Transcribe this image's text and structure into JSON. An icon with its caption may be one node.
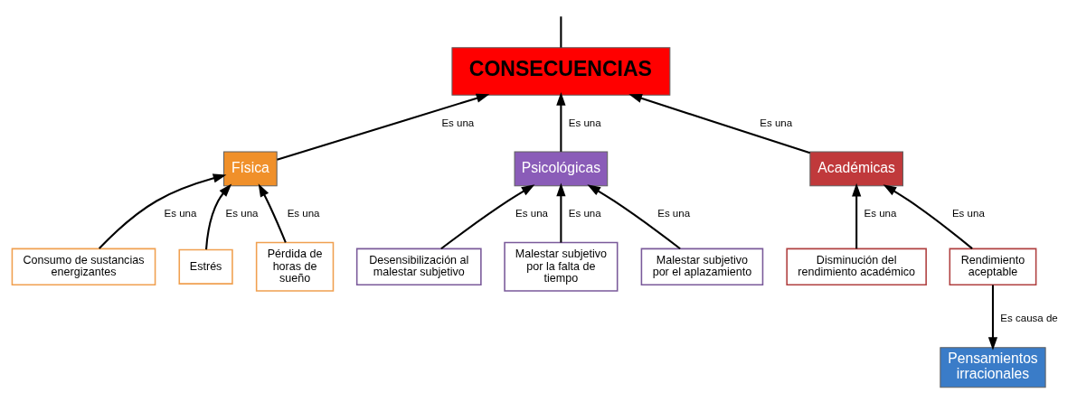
{
  "diagram": {
    "nodes": [
      {
        "text": [
          "CONSECUENCIAS"
        ]
      },
      {
        "text": [
          "Consumo de sustancias energizantes"
        ]
      },
      {
        "text": [
          "Física"
        ]
      },
      {
        "text": [
          "Psicológicas"
        ]
      },
      {
        "text": [
          "Académicas"
        ]
      },
      {
        "text": [
          "Disminución del rendimiento académico"
        ]
      },
      {
        "text": [
          "Estrés"
        ]
      },
      {
        "text": [
          "Pérdida de horas de sueño"
        ]
      },
      {
        "text": [
          "Rendimiento aceptable"
        ]
      },
      {
        "text": [
          "Desensibilización al malestar subjetivo"
        ]
      },
      {
        "text": [
          "Malestar subjetivo por la falta de tiempo"
        ]
      },
      {
        "text": [
          "Malestar subjetivo por el aplazamiento"
        ]
      },
      {
        "text": [
          "Pensamientos irracionales"
        ]
      }
    ],
    "edges": [
      {
        "from": null,
        "to": 0,
        "arrow": "none"
      },
      {
        "from": 2,
        "to": 0,
        "arrow": "to",
        "label": "Es una"
      },
      {
        "from": 3,
        "to": 0,
        "arrow": "to",
        "label": "Es una"
      },
      {
        "from": 4,
        "to": 0,
        "arrow": "to",
        "label": "Es una"
      },
      {
        "from": 1,
        "to": 2,
        "arrow": "to",
        "label": "Es una"
      },
      {
        "from": 6,
        "to": 2,
        "arrow": "to",
        "label": "Es una"
      },
      {
        "from": 7,
        "to": 2,
        "arrow": "to",
        "label": "Es una"
      },
      {
        "from": 5,
        "to": 4,
        "arrow": "to",
        "label": "Es una"
      },
      {
        "from": 8,
        "to": 4,
        "arrow": "to",
        "label": "Es una"
      },
      {
        "from": 9,
        "to": 3,
        "arrow": "to",
        "label": "Es una"
      },
      {
        "from": 11,
        "to": 3,
        "arrow": "to",
        "label": "Es una"
      },
      {
        "from": 10,
        "to": 3,
        "arrow": "to",
        "label": "Es una"
      },
      {
        "from": 8,
        "to": 12,
        "arrow": "to",
        "label": "Es causa de"
      }
    ]
  }
}
